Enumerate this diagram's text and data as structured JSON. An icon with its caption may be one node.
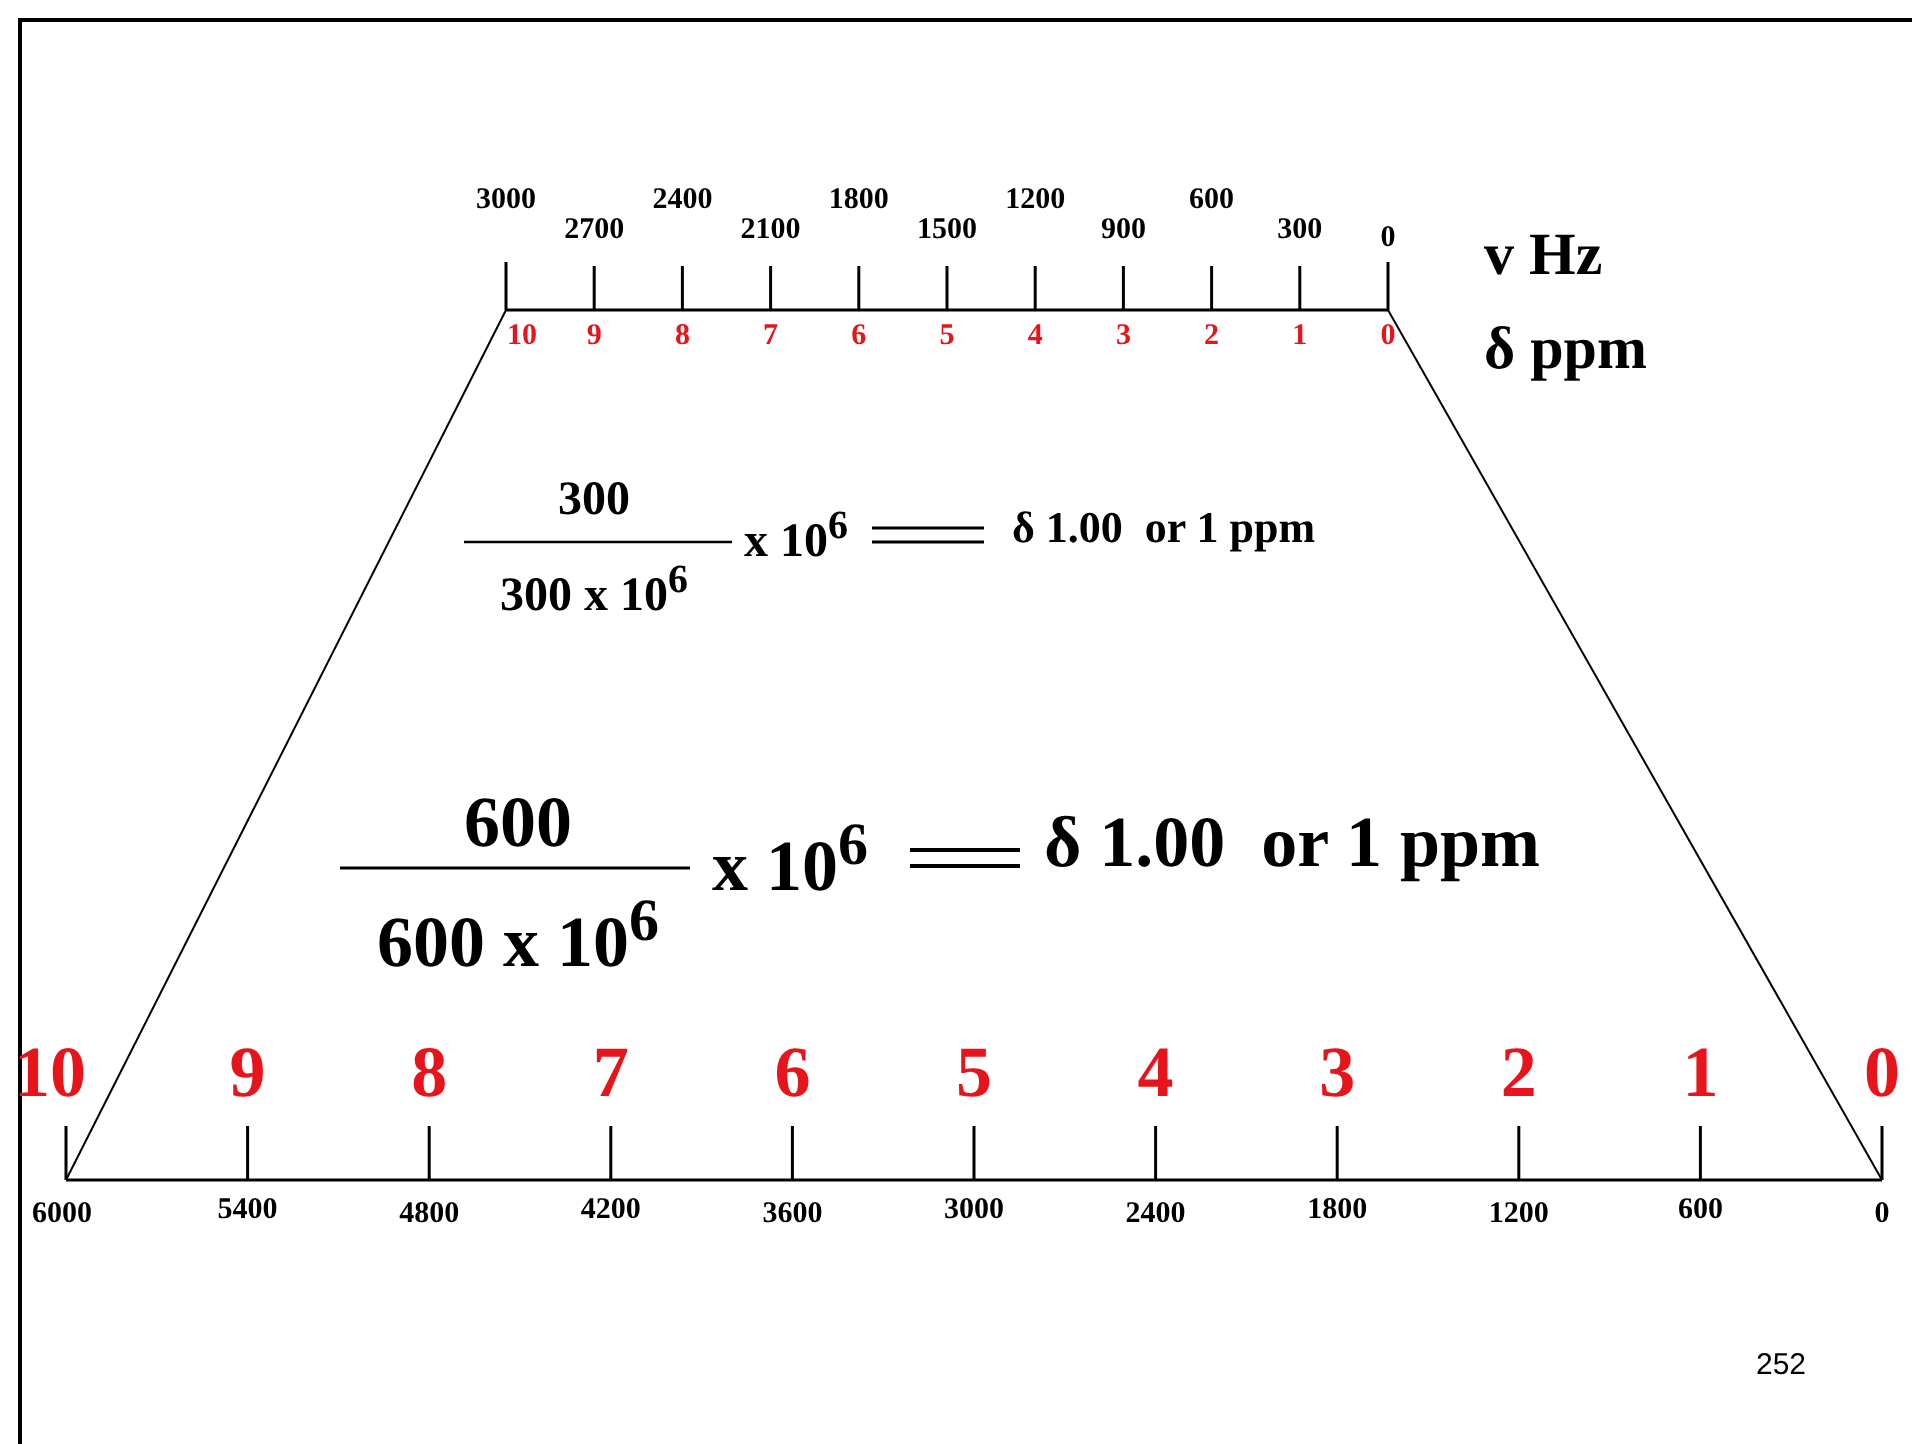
{
  "diagram": {
    "labels": [
      "3000",
      "2700",
      "2400",
      "2100",
      "1800",
      "1500",
      "1200",
      "900",
      "600",
      "300",
      "0",
      "v Hz",
      "10",
      "9",
      "8",
      "7",
      "6",
      "5",
      "4",
      "3",
      "2",
      "1",
      "0",
      "δ ppm",
      "300",
      "300 x 10$^{6}$",
      "x 10$^{6}$",
      "δ 1.00  or 1 ppm",
      "600",
      "600 x 10$^{6}$",
      "x 10$^{6}$",
      "δ 1.00  or 1 ppm",
      "10",
      "9",
      "8",
      "7",
      "6",
      "5",
      "4",
      "3",
      "2",
      "1",
      "0",
      "6000",
      "5400",
      "4800",
      "4200",
      "3600",
      "3000",
      "2400",
      "1800",
      "1200",
      "600",
      "0",
      "252"
    ]
  }
}
